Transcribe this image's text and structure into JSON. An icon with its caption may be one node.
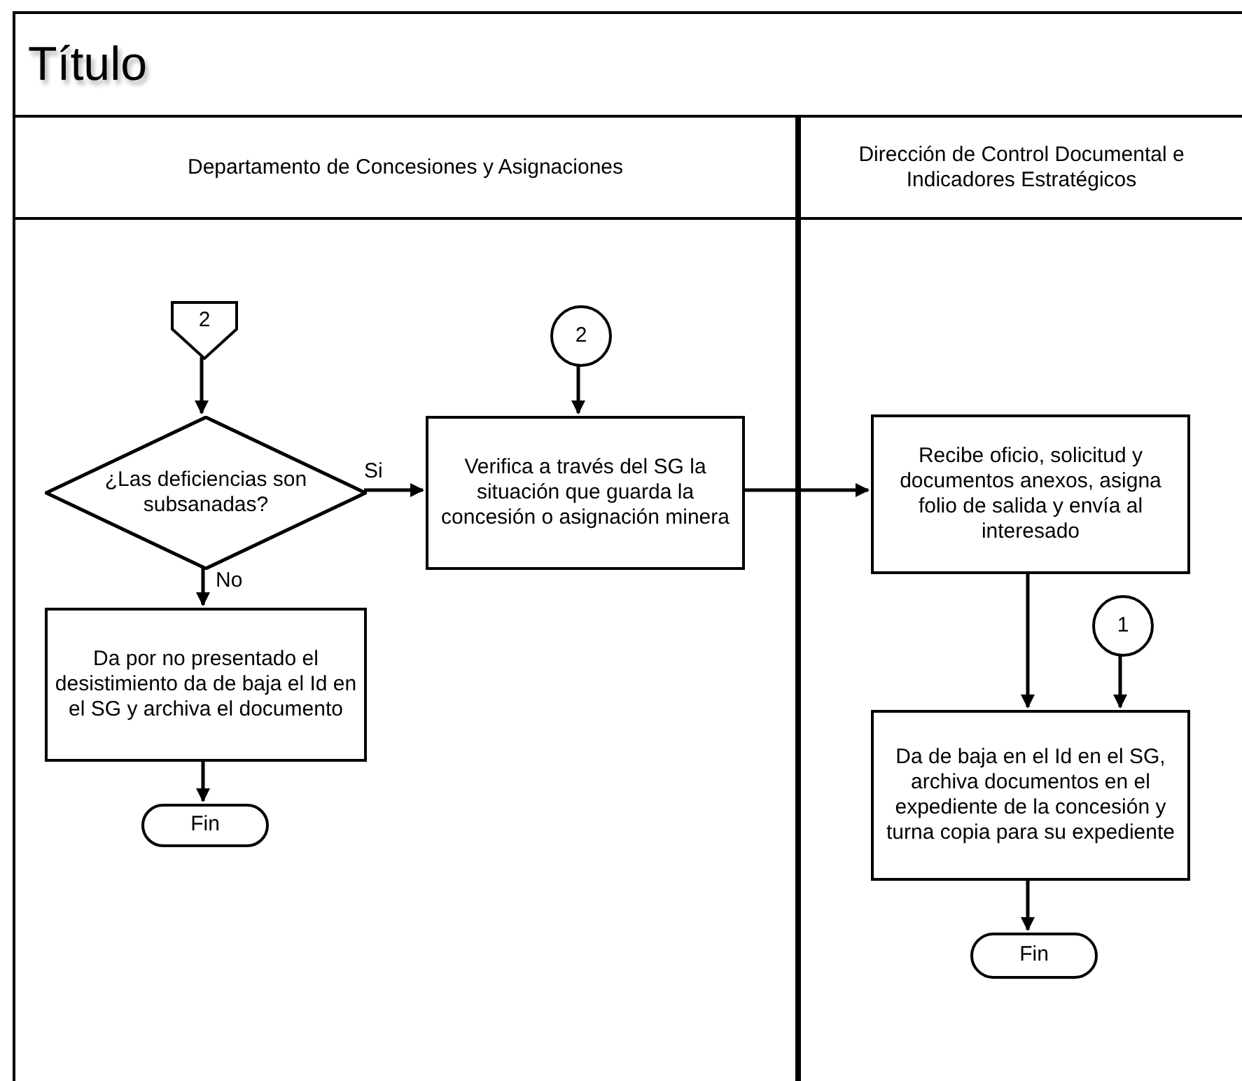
{
  "diagram": {
    "title": "Título",
    "nodes": [
      {
        "text": [
          "Departamento de Concesiones y Asignaciones"
        ]
      },
      {
        "text": [
          "Dirección de Control Documental e Indicadores Estratégicos"
        ]
      },
      {
        "text": [
          "2"
        ],
        "in": 0
      },
      {
        "text": [
          "¿Las deficiencias son subsanadas?"
        ],
        "in": 0
      },
      {
        "text": [
          "2"
        ],
        "in": 0
      },
      {
        "text": [
          "Verifica a través del SG la situación que guarda la concesión o asignación minera"
        ],
        "in": 0
      },
      {
        "text": [
          "Da por no presentado el desistimiento da de baja el Id en el SG y archiva el documento"
        ],
        "in": 0
      },
      {
        "text": [
          "Fin"
        ],
        "in": 0
      },
      {
        "text": [
          "Recibe oficio, solicitud y documentos anexos, asigna folio de salida y envía al interesado"
        ],
        "in": 1
      },
      {
        "text": [
          "1"
        ],
        "in": 1
      },
      {
        "text": [
          "Da de baja en el Id en el SG, archiva documentos en el expediente de la concesión y turna copia para su expediente"
        ],
        "in": 1
      },
      {
        "text": [
          "Fin"
        ],
        "in": 1
      }
    ],
    "edges": [
      {
        "from": 2,
        "to": 3,
        "arrow": "to"
      },
      {
        "from": 3,
        "to": 5,
        "arrow": "to",
        "label": "Si"
      },
      {
        "from": 3,
        "to": 6,
        "arrow": "to",
        "label": "No"
      },
      {
        "from": 4,
        "to": 5,
        "arrow": "to"
      },
      {
        "from": 5,
        "to": 8,
        "arrow": "to"
      },
      {
        "from": 8,
        "to": 10,
        "arrow": "to"
      },
      {
        "from": 9,
        "to": 10,
        "arrow": "to"
      },
      {
        "from": 6,
        "to": 7,
        "arrow": "to"
      },
      {
        "from": 10,
        "to": 11,
        "arrow": "to"
      }
    ]
  }
}
